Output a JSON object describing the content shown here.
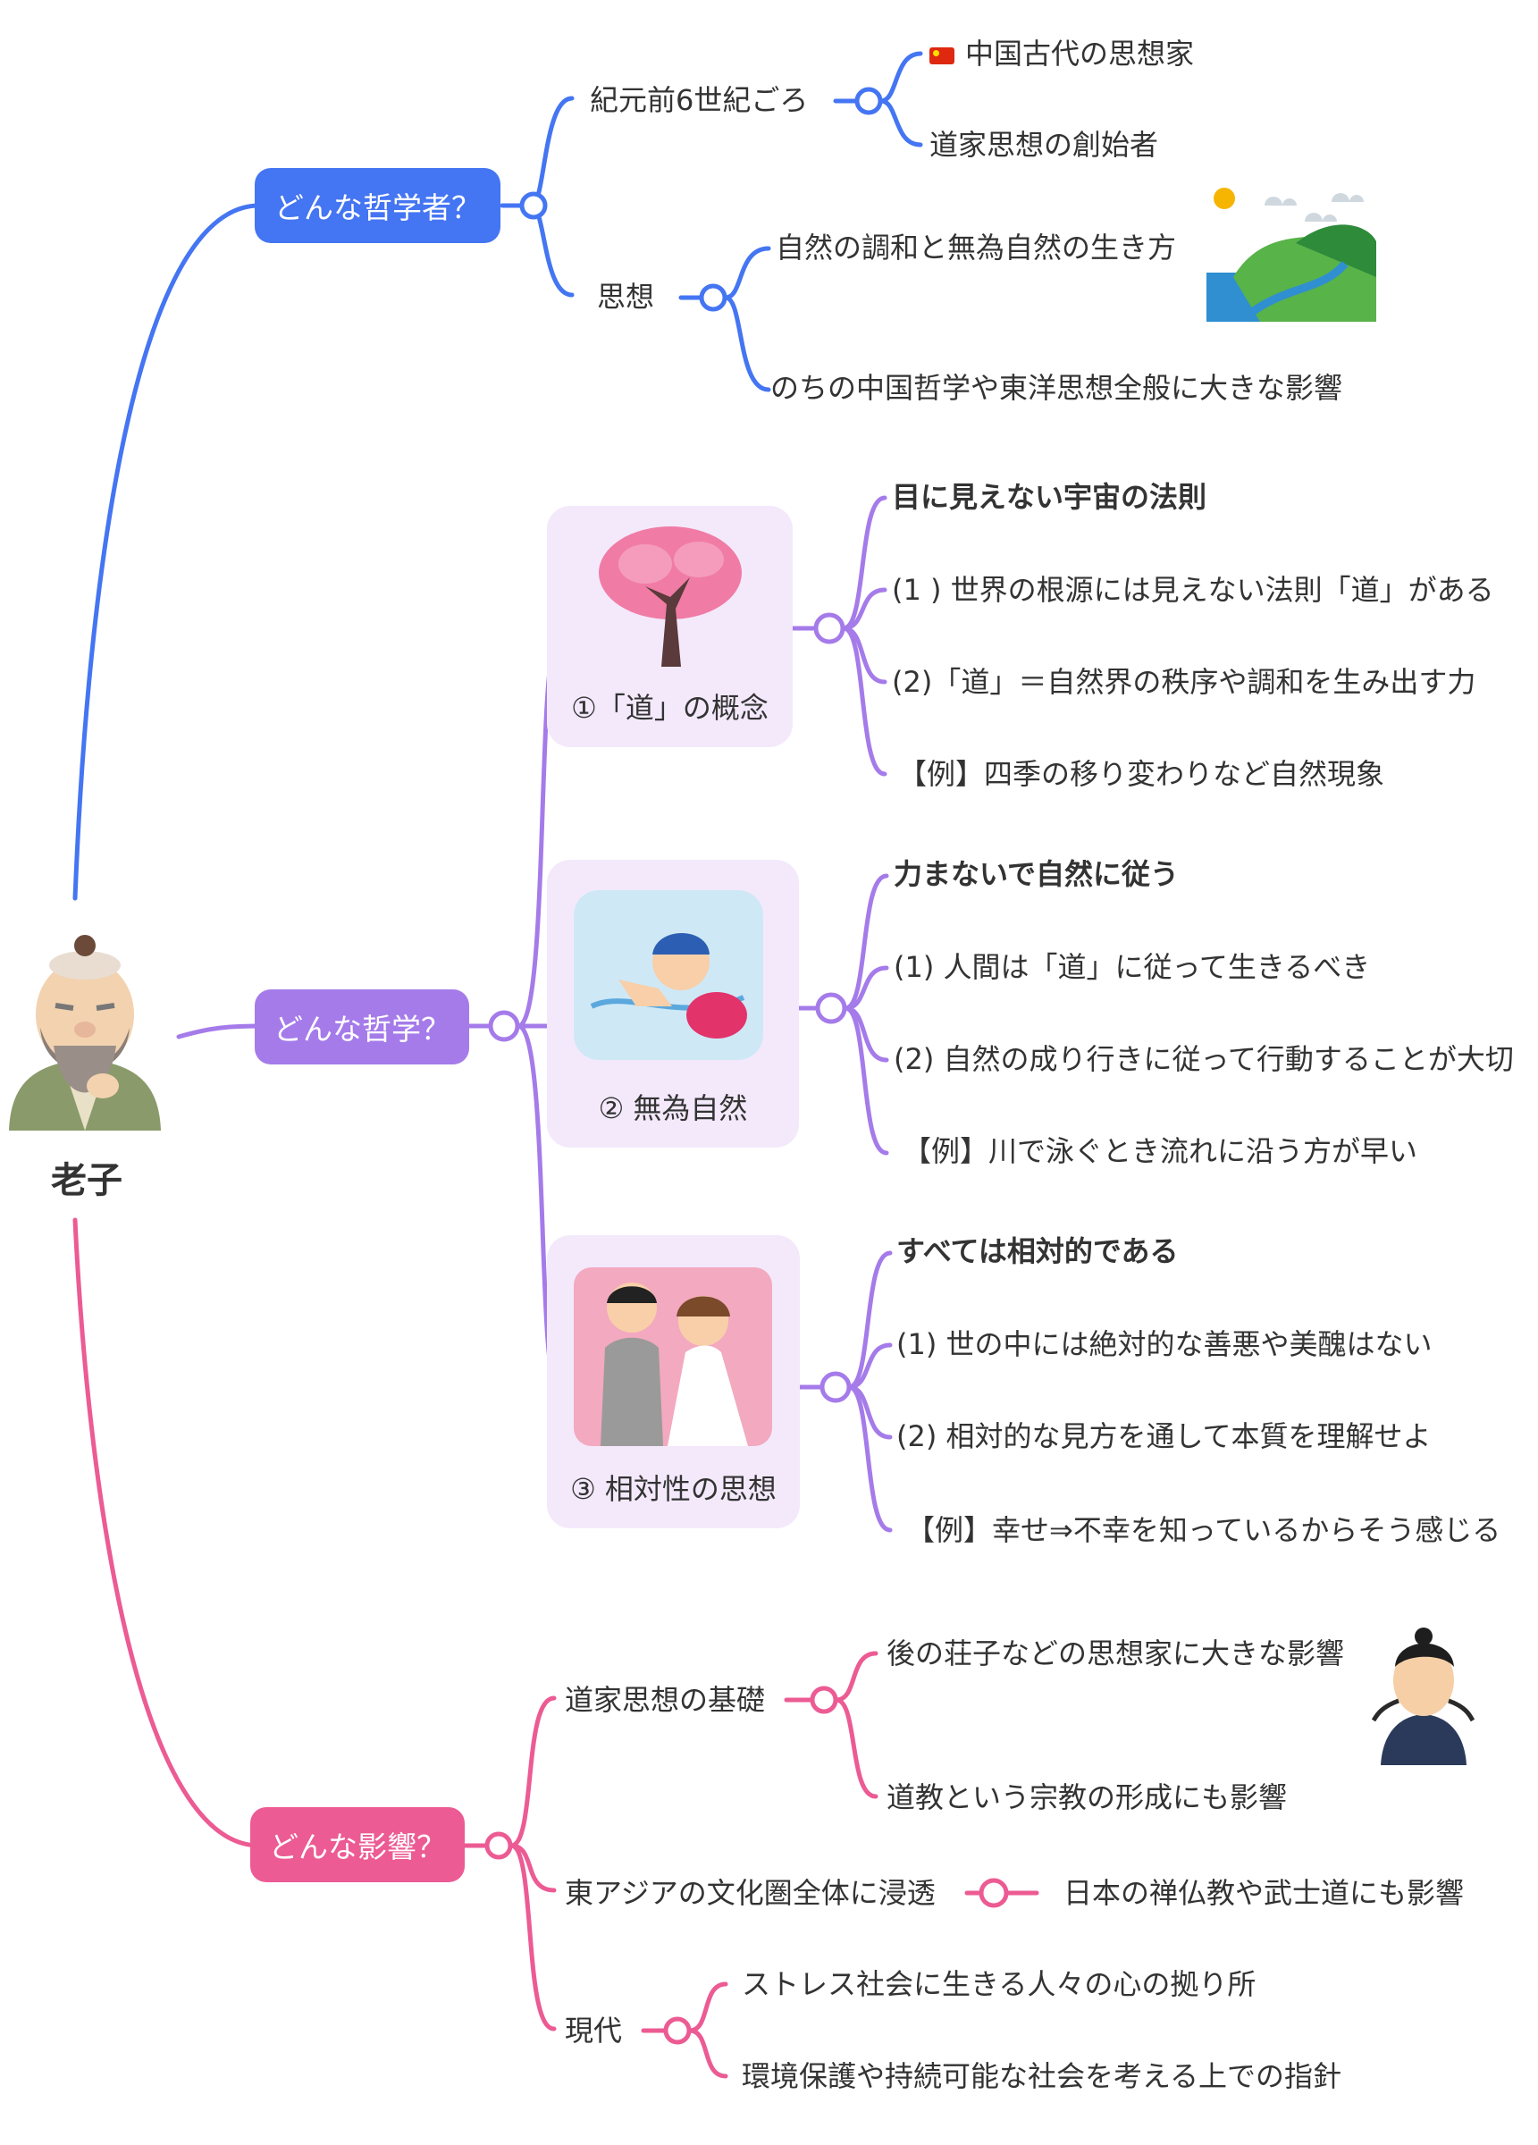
{
  "colors": {
    "blue": "#4475f2",
    "purple": "#a57bea",
    "pink": "#ec5b93",
    "card_bg": "#f3e9fb"
  },
  "root": {
    "title": "老子",
    "icon": "old-sage-illustration"
  },
  "branch1": {
    "label": "どんな哲学者？",
    "sub1": {
      "label": "紀元前6世紀ごろ",
      "items": [
        "中国古代の思想家",
        "道家思想の創始者"
      ],
      "flag_icon": "china-flag-icon"
    },
    "sub2": {
      "label": "思想",
      "items": [
        "自然の調和と無為自然の生き方",
        "のちの中国哲学や東洋思想全般に大きな影響"
      ],
      "icon": "landscape-illustration"
    }
  },
  "branch2": {
    "label": "どんな哲学？",
    "cards": [
      {
        "caption": "①「道」の概念",
        "icon": "cherry-tree-illustration",
        "items": [
          "目に見えない宇宙の法則",
          "(1 ) 世界の根源には見えない法則「道」がある",
          "(2)「道」＝自然界の秩序や調和を生み出す力",
          "【例】四季の移り変わりなど自然現象"
        ]
      },
      {
        "caption": "② 無為自然",
        "icon": "swimmer-illustration",
        "items": [
          "力まないで自然に従う",
          "(1) 人間は「道」に従って生きるべき",
          "(2) 自然の成り行きに従って行動することが大切",
          "【例】川で泳ぐとき流れに沿う方が早い"
        ]
      },
      {
        "caption": "③ 相対性の思想",
        "icon": "wedding-couple-illustration",
        "items": [
          "すべては相対的である",
          "(1) 世の中には絶対的な善悪や美醜はない",
          "(2) 相対的な見方を通して本質を理解せよ",
          "【例】幸せ⇒不幸を知っているからそう感じる"
        ]
      }
    ]
  },
  "branch3": {
    "label": "どんな影響？",
    "sub1": {
      "label": "道家思想の基礎",
      "items": [
        "後の荘子などの思想家に大きな影響",
        "道教という宗教の形成にも影響"
      ],
      "icon": "zhuangzi-illustration"
    },
    "sub2": {
      "label": "東アジアの文化圏全体に浸透",
      "items": [
        "日本の禅仏教や武士道にも影響"
      ]
    },
    "sub3": {
      "label": "現代",
      "items": [
        "ストレス社会に生きる人々の心の拠り所",
        "環境保護や持続可能な社会を考える上での指針"
      ]
    }
  }
}
